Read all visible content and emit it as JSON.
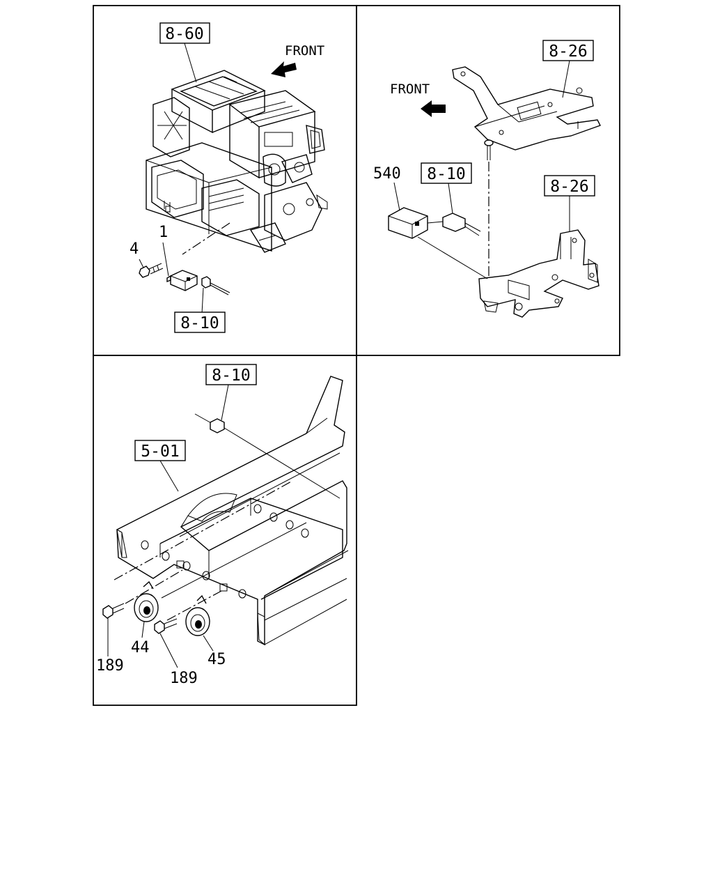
{
  "panels": {
    "top_left": {
      "ref_box": "8-60",
      "front_label": "FRONT",
      "callouts": [
        "1",
        "4"
      ],
      "ref_box_bottom": "8-10"
    },
    "top_right": {
      "ref_box_top": "8-26",
      "front_label": "FRONT",
      "callout_part": "540",
      "ref_box_connector": "8-10",
      "ref_box_bracket": "8-26"
    },
    "bottom_left": {
      "ref_box_top": "8-10",
      "ref_box_frame": "5-01",
      "callouts": [
        "44",
        "45",
        "189",
        "189"
      ]
    }
  }
}
